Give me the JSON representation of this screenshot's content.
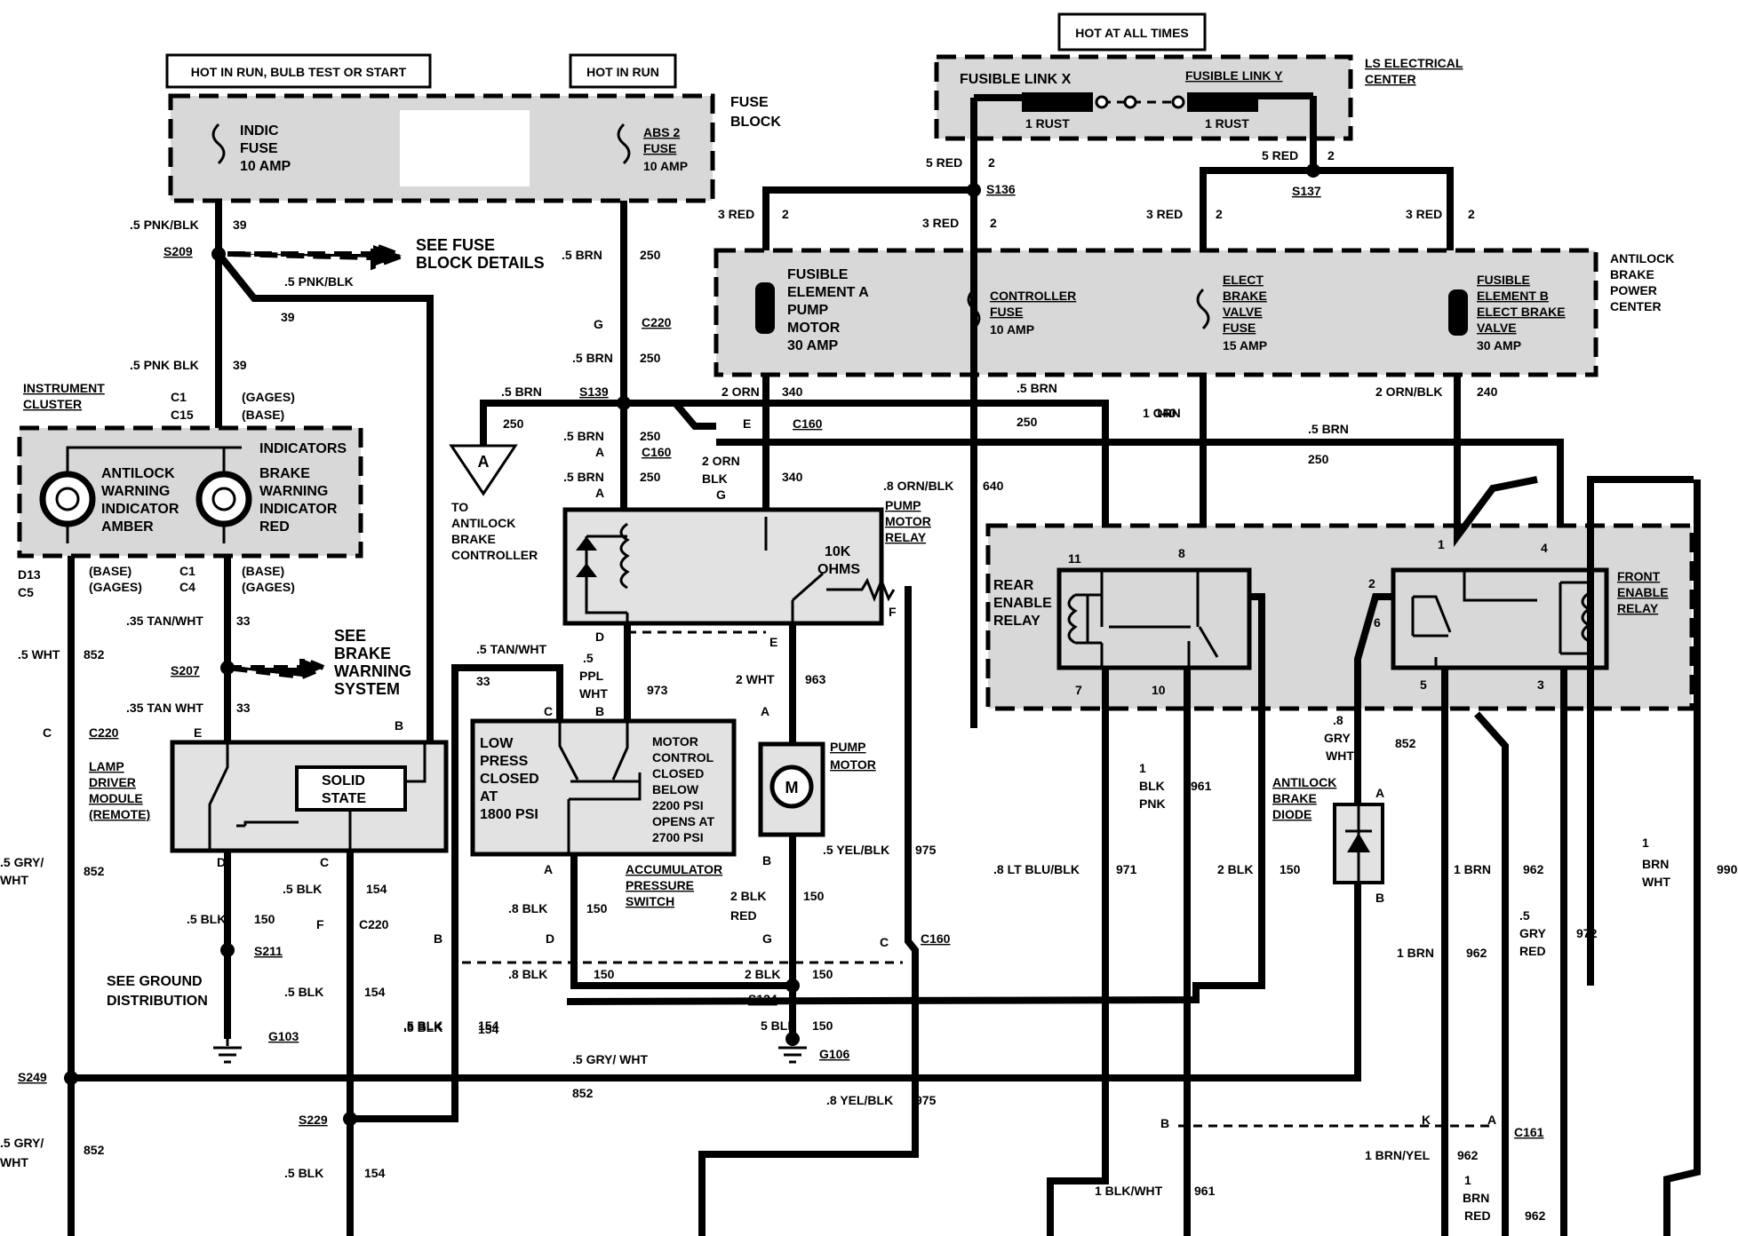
{
  "headers": {
    "run_bulb": "HOT IN RUN, BULB TEST OR START",
    "run": "HOT IN RUN",
    "all_times": "HOT AT ALL TIMES"
  },
  "fuse_block": {
    "title": [
      "FUSE",
      "BLOCK"
    ],
    "indic_fuse": [
      "INDIC",
      "FUSE",
      "10 AMP"
    ],
    "abs_fuse": [
      "ABS 2",
      "FUSE",
      "10 AMP"
    ]
  },
  "ls_center": {
    "title": [
      "LS ELECTRICAL",
      "CENTER"
    ],
    "link_x": "FUSIBLE LINK X",
    "link_y": "FUSIBLE LINK Y",
    "rust_x": "1 RUST",
    "rust_y": "1 RUST"
  },
  "power_center": {
    "title": [
      "ANTILOCK",
      "BRAKE",
      "POWER",
      "CENTER"
    ],
    "elem_a": [
      "FUSIBLE",
      "ELEMENT A",
      "PUMP",
      "MOTOR",
      "30 AMP"
    ],
    "ctrl_fuse": [
      "CONTROLLER",
      "FUSE",
      "10 AMP"
    ],
    "valve_fuse": [
      "ELECT",
      "BRAKE",
      "VALVE",
      "FUSE",
      "15 AMP"
    ],
    "elem_b": [
      "FUSIBLE",
      "ELEMENT B",
      "ELECT BRAKE",
      "VALVE",
      "30 AMP"
    ]
  },
  "cluster": {
    "title": [
      "INSTRUMENT",
      "CLUSTER"
    ],
    "indicators": "INDICATORS",
    "antilock": [
      "ANTILOCK",
      "WARNING",
      "INDICATOR",
      "AMBER"
    ],
    "brake": [
      "BRAKE",
      "WARNING",
      "INDICATOR",
      "RED"
    ]
  },
  "lamp_driver": {
    "title": [
      "LAMP",
      "DRIVER",
      "MODULE",
      "(REMOTE)"
    ],
    "solid": [
      "SOLID",
      "STATE"
    ]
  },
  "pump_relay": {
    "title": [
      "PUMP",
      "MOTOR",
      "RELAY"
    ],
    "ohms": [
      "10K",
      "OHMS"
    ]
  },
  "pump_motor": {
    "title": [
      "PUMP",
      "MOTOR"
    ],
    "m": "M"
  },
  "accum": {
    "title": [
      "ACCUMULATOR",
      "PRESSURE",
      "SWITCH"
    ],
    "low": [
      "LOW",
      "PRESS",
      "CLOSED",
      "AT",
      "1800 PSI"
    ],
    "motor": [
      "MOTOR",
      "CONTROL",
      "CLOSED",
      "BELOW",
      "2200 PSI",
      "OPENS AT",
      "2700 PSI"
    ]
  },
  "rear_relay": [
    "REAR",
    "ENABLE",
    "RELAY"
  ],
  "front_relay": [
    "FRONT",
    "ENABLE",
    "RELAY"
  ],
  "diode": [
    "ANTILOCK",
    "BRAKE",
    "DIODE"
  ],
  "notes": {
    "fuse_details": [
      "SEE FUSE",
      "BLOCK DETAILS"
    ],
    "brake_warning": [
      "SEE",
      "BRAKE",
      "WARNING",
      "SYSTEM"
    ],
    "ground": [
      "SEE GROUND",
      "DISTRIBUTION"
    ],
    "to_controller": [
      "TO",
      "ANTILOCK",
      "BRAKE",
      "CONTROLLER"
    ],
    "triangle": "A"
  },
  "labels": [
    {
      "t": ".5 PNK/BLK",
      "c": "w1"
    },
    {
      "t": "39",
      "c": "w2"
    },
    {
      "t": "S209",
      "c": "s1"
    },
    {
      "t": ".5 PNK/BLK",
      "c": "w3"
    },
    {
      "t": "39",
      "c": "w4"
    },
    {
      "t": ".5 PNK BLK",
      "c": "w5"
    },
    {
      "t": "39",
      "c": "w6"
    },
    {
      "t": "C1",
      "c": "c1"
    },
    {
      "t": "C15",
      "c": "c2"
    },
    {
      "t": "(GAGES)",
      "c": "c3"
    },
    {
      "t": "(BASE)",
      "c": "c4"
    },
    {
      "t": "D13",
      "c": "c5"
    },
    {
      "t": "C5",
      "c": "c6"
    },
    {
      "t": "(BASE)",
      "c": "c7"
    },
    {
      "t": "(GAGES)",
      "c": "c8"
    },
    {
      "t": "C1",
      "c": "c9"
    },
    {
      "t": "C4",
      "c": "c10"
    },
    {
      "t": "(BASE)",
      "c": "c11"
    },
    {
      "t": "(GAGES)",
      "c": "c12"
    },
    {
      "t": ".35 TAN/WHT",
      "c": "w7"
    },
    {
      "t": "33",
      "c": "w8"
    },
    {
      "t": "S207",
      "c": "s2"
    },
    {
      "t": ".35 TAN WHT",
      "c": "w9"
    },
    {
      "t": "33",
      "c": "w10"
    },
    {
      "t": ".5 WHT",
      "c": "w11"
    },
    {
      "t": "852",
      "c": "w12"
    },
    {
      "t": "C",
      "c": "p1"
    },
    {
      "t": "C220",
      "c": "p2"
    },
    {
      "t": "E",
      "c": "p3"
    },
    {
      "t": "B",
      "c": "p4"
    },
    {
      "t": "D",
      "c": "p5"
    },
    {
      "t": "C",
      "c": "p6"
    },
    {
      "t": ".5 GRY/",
      "c": "w13"
    },
    {
      "t": "WHT",
      "c": "w14"
    },
    {
      "t": "852",
      "c": "w15"
    },
    {
      "t": ".5 BLK",
      "c": "w16"
    },
    {
      "t": "150",
      "c": "w17"
    },
    {
      "t": ".5 BLK",
      "c": "w18"
    },
    {
      "t": "154",
      "c": "w19"
    },
    {
      "t": "F",
      "c": "p7"
    },
    {
      "t": "C220",
      "c": "p8"
    },
    {
      "t": "S211",
      "c": "s3"
    },
    {
      "t": "G103",
      "c": "s4"
    },
    {
      "t": ".5 BLK",
      "c": "w20"
    },
    {
      "t": "154",
      "c": "w21"
    },
    {
      "t": ".5 BLK",
      "c": "w22"
    },
    {
      "t": "154",
      "c": "w23"
    },
    {
      "t": "S249",
      "c": "s5"
    },
    {
      "t": "S229",
      "c": "s6"
    },
    {
      "t": ".5 GRY/",
      "c": "w24"
    },
    {
      "t": "WHT",
      "c": "w25"
    },
    {
      "t": "852",
      "c": "w26"
    },
    {
      "t": ".5 BLK",
      "c": "w27"
    },
    {
      "t": "154",
      "c": "w28"
    },
    {
      "t": ".5 BRN",
      "c": "w29"
    },
    {
      "t": "250",
      "c": "w30"
    },
    {
      "t": "G",
      "c": "p9"
    },
    {
      "t": "C220",
      "c": "p10"
    },
    {
      "t": ".5 BRN",
      "c": "w31"
    },
    {
      "t": "250",
      "c": "w32"
    },
    {
      "t": ".5 BRN",
      "c": "w33"
    },
    {
      "t": "S139",
      "c": "s7"
    },
    {
      "t": "250",
      "c": "w34"
    },
    {
      "t": ".5 BRN",
      "c": "w35"
    },
    {
      "t": "250",
      "c": "w36"
    },
    {
      "t": "A",
      "c": "p11"
    },
    {
      "t": "C160",
      "c": "p12"
    },
    {
      "t": ".5 BRN",
      "c": "w37"
    },
    {
      "t": "250",
      "c": "w38"
    },
    {
      "t": "A",
      "c": "p13"
    },
    {
      "t": "2 ORN",
      "c": "w39"
    },
    {
      "t": "BLK",
      "c": "w40"
    },
    {
      "t": "G",
      "c": "p14"
    },
    {
      "t": "E",
      "c": "p15"
    },
    {
      "t": "C160",
      "c": "p16"
    },
    {
      "t": "340",
      "c": "w41"
    },
    {
      "t": "2 ORN",
      "c": "w42"
    },
    {
      "t": "340",
      "c": "w43"
    },
    {
      "t": "D",
      "c": "p17"
    },
    {
      "t": "E",
      "c": "p18"
    },
    {
      "t": "F",
      "c": "p19"
    },
    {
      "t": ".5 TAN/WHT",
      "c": "w44"
    },
    {
      "t": "33",
      "c": "w45"
    },
    {
      "t": ".5",
      "c": "w46"
    },
    {
      "t": "PPL",
      "c": "w47"
    },
    {
      "t": "WHT",
      "c": "w48"
    },
    {
      "t": "973",
      "c": "w49"
    },
    {
      "t": "C",
      "c": "p20"
    },
    {
      "t": "B",
      "c": "p21"
    },
    {
      "t": "2 WHT",
      "c": "w50"
    },
    {
      "t": "963",
      "c": "w51"
    },
    {
      "t": "A",
      "c": "p22"
    },
    {
      "t": "B",
      "c": "p23"
    },
    {
      "t": ".5 YEL/BLK",
      "c": "w52"
    },
    {
      "t": "975",
      "c": "w53"
    },
    {
      "t": "2 BLK",
      "c": "w54"
    },
    {
      "t": "RED",
      "c": "w55"
    },
    {
      "t": "150",
      "c": "w56"
    },
    {
      "t": "A",
      "c": "p24"
    },
    {
      "t": ".8 BLK",
      "c": "w57"
    },
    {
      "t": "150",
      "c": "w58"
    },
    {
      "t": "B",
      "c": "p25"
    },
    {
      "t": "D",
      "c": "p26"
    },
    {
      "t": "G",
      "c": "p27"
    },
    {
      "t": "C",
      "c": "p28"
    },
    {
      "t": "C160",
      "c": "p29"
    },
    {
      "t": ".8 BLK",
      "c": "w59"
    },
    {
      "t": "150",
      "c": "w60"
    },
    {
      "t": "2 BLK",
      "c": "w61"
    },
    {
      "t": "150",
      "c": "w62"
    },
    {
      "t": "S134",
      "c": "s8"
    },
    {
      "t": "5 BLK",
      "c": "w63"
    },
    {
      "t": "150",
      "c": "w64"
    },
    {
      "t": "G106",
      "c": "s9"
    },
    {
      "t": ".5 BLK",
      "c": "w65"
    },
    {
      "t": "154",
      "c": "w66"
    },
    {
      "t": ".5 GRY/ WHT",
      "c": "w67"
    },
    {
      "t": "852",
      "c": "w68"
    },
    {
      "t": ".8 YEL/BLK",
      "c": "w69"
    },
    {
      "t": "975",
      "c": "w70"
    },
    {
      "t": "5 RED",
      "c": "w71"
    },
    {
      "t": "2",
      "c": "w72"
    },
    {
      "t": "S136",
      "c": "s10"
    },
    {
      "t": "5 RED",
      "c": "w73"
    },
    {
      "t": "2",
      "c": "w74"
    },
    {
      "t": "S137",
      "c": "s11"
    },
    {
      "t": "3 RED",
      "c": "w75"
    },
    {
      "t": "2",
      "c": "w76"
    },
    {
      "t": "3 RED",
      "c": "w77"
    },
    {
      "t": "2",
      "c": "w78"
    },
    {
      "t": "3 RED",
      "c": "w79"
    },
    {
      "t": "2",
      "c": "w80"
    },
    {
      "t": "3 RED",
      "c": "w81"
    },
    {
      "t": "2",
      "c": "w82"
    },
    {
      "t": ".5 BRN",
      "c": "w83"
    },
    {
      "t": "250",
      "c": "w84"
    },
    {
      "t": "1 ORN",
      "c": "w85"
    },
    {
      "t": "140",
      "c": "w86"
    },
    {
      "t": "2 ORN/BLK",
      "c": "w87"
    },
    {
      "t": "240",
      "c": "w88"
    },
    {
      "t": ".5 BRN",
      "c": "w89"
    },
    {
      "t": "250",
      "c": "w90"
    },
    {
      "t": ".8 ORN/BLK",
      "c": "w91"
    },
    {
      "t": "640",
      "c": "w92"
    },
    {
      "t": "11",
      "c": "n1"
    },
    {
      "t": "8",
      "c": "n2"
    },
    {
      "t": "7",
      "c": "n3"
    },
    {
      "t": "10",
      "c": "n4"
    },
    {
      "t": "1",
      "c": "n5"
    },
    {
      "t": "4",
      "c": "n6"
    },
    {
      "t": "2",
      "c": "n7"
    },
    {
      "t": "6",
      "c": "n8"
    },
    {
      "t": "5",
      "c": "n9"
    },
    {
      "t": "3",
      "c": "n10"
    },
    {
      "t": ".8",
      "c": "w93"
    },
    {
      "t": "GRY",
      "c": "w94"
    },
    {
      "t": "WHT",
      "c": "w95"
    },
    {
      "t": "852",
      "c": "w96"
    },
    {
      "t": "A",
      "c": "p30"
    },
    {
      "t": "B",
      "c": "p31"
    },
    {
      "t": "1",
      "c": "w97"
    },
    {
      "t": "BLK",
      "c": "w98"
    },
    {
      "t": "PNK",
      "c": "w99"
    },
    {
      "t": "961",
      "c": "w100"
    },
    {
      "t": ".8 LT BLU/BLK",
      "c": "w101"
    },
    {
      "t": "971",
      "c": "w102"
    },
    {
      "t": "2 BLK",
      "c": "w103"
    },
    {
      "t": "150",
      "c": "w104"
    },
    {
      "t": "1 BRN",
      "c": "w105"
    },
    {
      "t": "962",
      "c": "w106"
    },
    {
      "t": "1 BRN",
      "c": "w107"
    },
    {
      "t": "962",
      "c": "w108"
    },
    {
      "t": ".5",
      "c": "w109"
    },
    {
      "t": "GRY",
      "c": "w110"
    },
    {
      "t": "RED",
      "c": "w111"
    },
    {
      "t": "972",
      "c": "w112"
    },
    {
      "t": "1",
      "c": "w113"
    },
    {
      "t": "BRN",
      "c": "w114"
    },
    {
      "t": "WHT",
      "c": "w115"
    },
    {
      "t": "990",
      "c": "w116"
    },
    {
      "t": "B",
      "c": "p32"
    },
    {
      "t": "K",
      "c": "p33"
    },
    {
      "t": "A",
      "c": "p34"
    },
    {
      "t": "C161",
      "c": "p35"
    },
    {
      "t": "1 BRN/YEL",
      "c": "w117"
    },
    {
      "t": "962",
      "c": "w118"
    },
    {
      "t": "1 BLK/WHT",
      "c": "w119"
    },
    {
      "t": "961",
      "c": "w120"
    },
    {
      "t": "1",
      "c": "w121"
    },
    {
      "t": "BRN",
      "c": "w122"
    },
    {
      "t": "RED",
      "c": "w123"
    },
    {
      "t": "962",
      "c": "w124"
    }
  ]
}
